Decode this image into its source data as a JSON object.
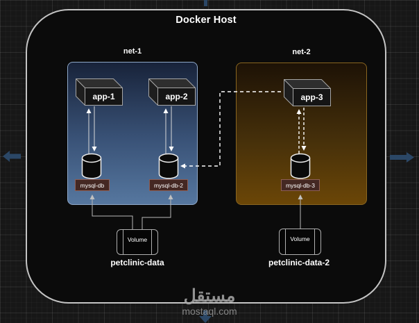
{
  "title": "Docker Host",
  "networks": [
    {
      "label": "net-1",
      "apps": [
        {
          "label": "app-1"
        },
        {
          "label": "app-2"
        }
      ],
      "databases": [
        {
          "label": "mysql-db"
        },
        {
          "label": "mysql-db-2"
        }
      ]
    },
    {
      "label": "net-2",
      "apps": [
        {
          "label": "app-3"
        }
      ],
      "databases": [
        {
          "label": "mysql-db-3"
        }
      ]
    }
  ],
  "volumes": [
    {
      "box_label": "Volume",
      "name": "petclinic-data"
    },
    {
      "box_label": "Volume",
      "name": "petclinic-data-2"
    }
  ],
  "watermark": {
    "arabic": "مستقل",
    "latin": "mostaql.com"
  },
  "colors": {
    "host_border": "#c4c4c4",
    "net1_border": "#8fa8c8",
    "net1_gradient_top": "#18233a",
    "net1_gradient_bottom": "#56779f",
    "net2_border": "#8a6620",
    "net2_gradient_top": "#1d1206",
    "net2_gradient_bottom": "#6b4607",
    "db_label_bg": "#442823",
    "db_label_border": "#8e5f56",
    "nav_arrow_blue": "#2b4766",
    "wire_solid": "#d9d9d9",
    "wire_dashed": "#ffffff",
    "wire_volume": "#b8b8b8"
  }
}
